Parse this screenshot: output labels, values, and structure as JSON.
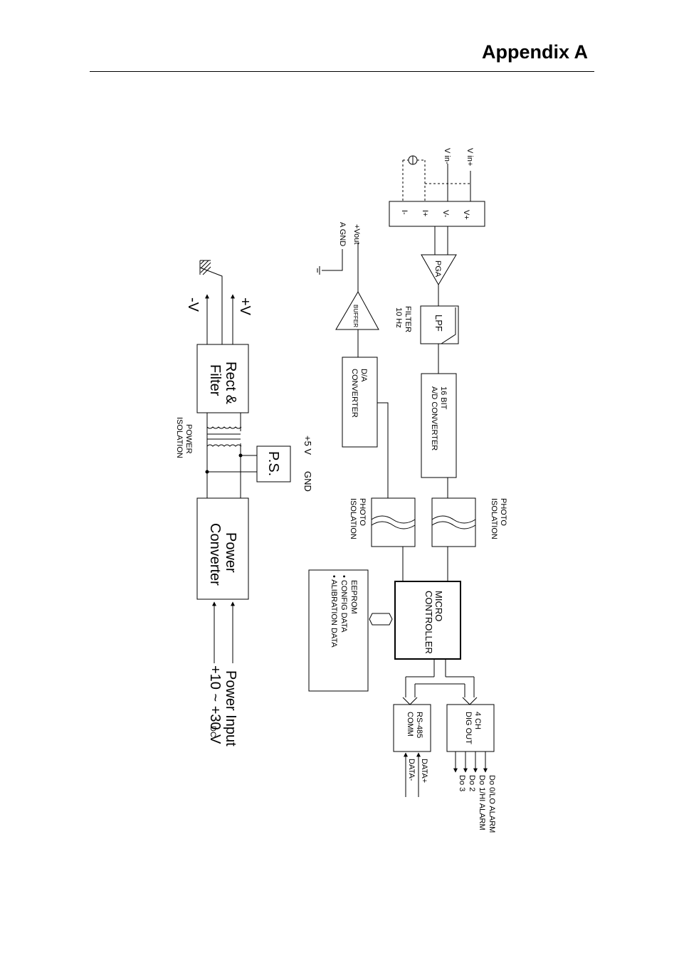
{
  "header": {
    "title": "Appendix A"
  },
  "power": {
    "minus_v": "-V",
    "plus_v": "+V",
    "rect_filter_line1": "Rect &",
    "rect_filter_line2": "Filter",
    "power_isolation_line1": "POWER",
    "power_isolation_line2": "ISOLATION",
    "ps_label": "P.S.",
    "plus5v": "+5 V",
    "gnd": "GND",
    "converter_line1": "Power",
    "converter_line2": "Converter",
    "input_line1": "Power Input",
    "input_line2": "+10 ~ +30",
    "input_unit": "V",
    "input_unit_overstrike": "DC"
  },
  "analog": {
    "vout": "+Vout",
    "agnd": "A GND",
    "buffer": "BUFFER",
    "da_line1": "D/A",
    "da_line2": "CONVERTER",
    "terminal_iminus": "I-",
    "terminal_iplus": "I+",
    "terminal_vminus": "V-",
    "terminal_vplus": "V+",
    "vin_minus": "V in-",
    "vin_plus": "V in+",
    "pga": "PGA",
    "lpf": "LPF",
    "filter_line1": "FILTER",
    "filter_line2": "10 Hz",
    "ad_line1": "16 BIT",
    "ad_line2": "A/D CONVERTER"
  },
  "isolation": {
    "left_line1": "PHOTO",
    "left_line2": "ISOLATION",
    "right_line1": "PHOTO",
    "right_line2": "ISOLATION"
  },
  "control": {
    "eeprom_line1": "EEPROM",
    "eeprom_line2": "• CONFIG DATA",
    "eeprom_line3": "• ALIBRATION DATA",
    "mcu_line1": "MICRO",
    "mcu_line2": "CONTROLLER",
    "rs485_line1": "RS-485",
    "rs485_line2": "COMM",
    "dataplus": "DATA+",
    "dataminus": "DATA-",
    "dig_line1": "4 CH",
    "dig_line2": "DIG OUT",
    "do0": "Do 0/LO ALARM",
    "do1": "Do 1/HI ALARM",
    "do2": "Do 2",
    "do3": "Do 3"
  }
}
